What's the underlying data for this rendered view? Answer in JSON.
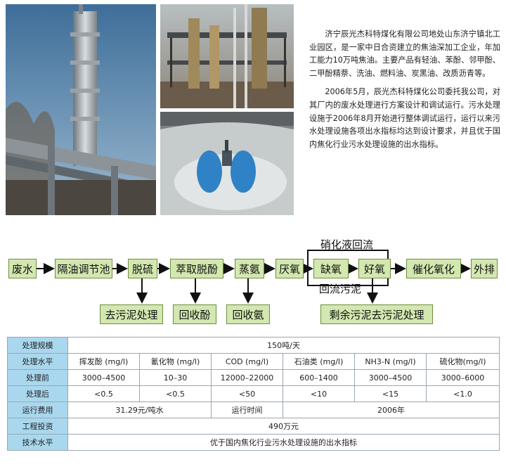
{
  "intro": {
    "paragraph1": "济宁辰光杰科特煤化有限公司地处山东济宁镇北工业园区，是一家中日合资建立的焦油深加工企业，年加工能力10万吨焦油。主要产品有轻油、苯酚、邻甲酚、二甲酚精萘、洗油、燃料油、炭黑油、改质沥青等。",
    "paragraph2": "2006年5月，辰光杰科特煤化公司委托我公司，对其厂内的废水处理进行方案设计和调试运行。污水处理设施于2006年8月开始进行整体调试运行，运行以来污水处理设施各项出水指标均达到设计要求，并且优于国内焦化行业污水处理设施的出水指标。"
  },
  "flow": {
    "main": [
      "废水",
      "隔油调节池",
      "脱硫",
      "萃取脱酚",
      "蒸氨",
      "厌氧",
      "缺氧",
      "好氧",
      "催化氧化",
      "外排"
    ],
    "branches": [
      "去污泥处理",
      "回收酚",
      "回收氨",
      "剩余污泥去污泥处理"
    ],
    "nitrate_return": "硝化液回流",
    "sludge_return": "回流污泥"
  },
  "table": {
    "scale_label": "处理规模",
    "scale_value": "150吨/天",
    "level_label": "处理水平",
    "columns": [
      "挥发酚 (mg/l)",
      "氰化物 (mg/l)",
      "COD (mg/l)",
      "石油类 (mg/l)",
      "NH3-N (mg/l)",
      "硫化物(mg/l)"
    ],
    "before_label": "处理前",
    "before": [
      "3000–4500",
      "10–30",
      "12000–22000",
      "600–1400",
      "3000–4500",
      "3000–6000"
    ],
    "after_label": "处理后",
    "after": [
      "<0.5",
      "<0.5",
      "<50",
      "<10",
      "<15",
      "<1.0"
    ],
    "cost_label": "运行费用",
    "cost_value": "31.29元/吨水",
    "time_label": "运行时间",
    "time_value": "2006年",
    "invest_label": "工程投资",
    "invest_value": "490万元",
    "tech_label": "技术水平",
    "tech_value": "优于国内焦化行业污水处理设施的出水指标"
  }
}
